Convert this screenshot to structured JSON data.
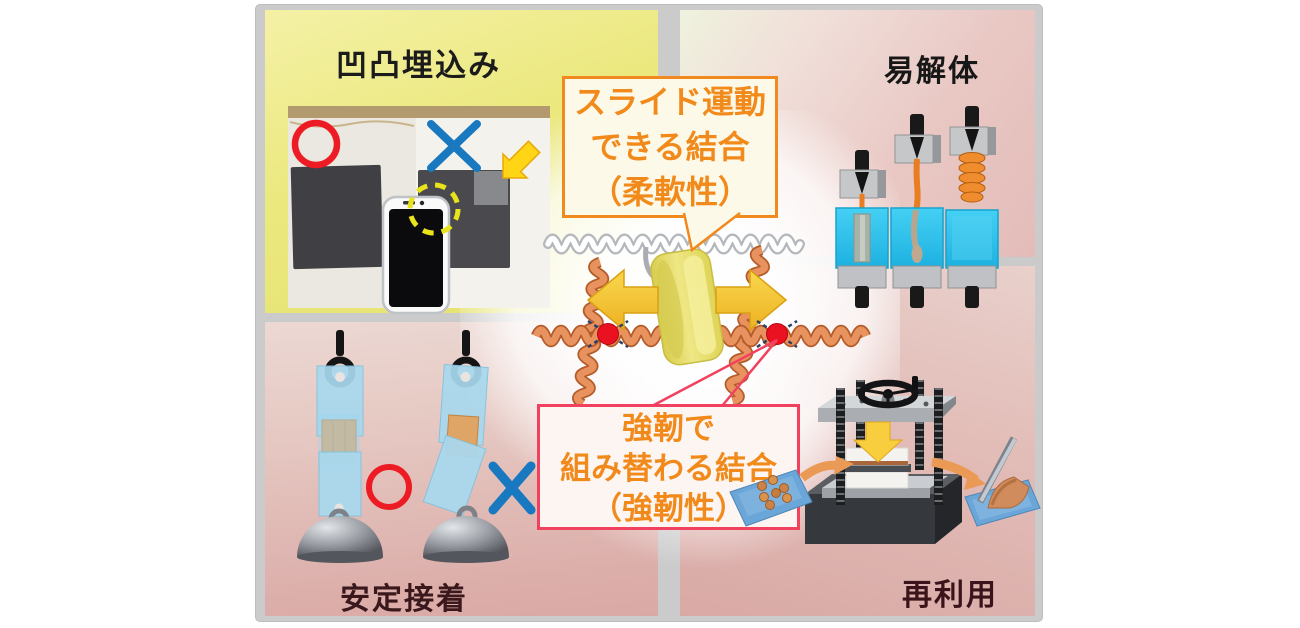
{
  "quadrants": {
    "top_left": {
      "label": "凹凸埋込み",
      "good_mark": "○",
      "bad_mark": "×"
    },
    "top_right": {
      "label": "易解体"
    },
    "bottom_left": {
      "label": "安定接着",
      "good_mark": "○",
      "bad_mark": "×"
    },
    "bottom_right": {
      "label": "再利用"
    }
  },
  "callouts": {
    "slide": {
      "lines": [
        "スライド運動",
        "できる結合",
        "（柔軟性）"
      ],
      "border_color": "#f08a1e",
      "text_color": "#f18a1a"
    },
    "tough": {
      "lines": [
        "強靭で",
        "組み替わる結合",
        "（強靭性）"
      ],
      "border_color": "#f2415e",
      "text_color": "#f18a1a"
    }
  },
  "colors": {
    "quadrant_yellow": "#ebe87e",
    "quadrant_pink": "#dcaeaa",
    "good_mark_red": "#ed1c24",
    "bad_mark_blue": "#1878c0",
    "highlight_yellow": "#ffd516",
    "polymer_chain_orange": "#e8935f",
    "crosslink_red": "#ea1220",
    "slide_ring_yellow": "#eee784",
    "specimen_cyan": "#2ac2ec"
  }
}
